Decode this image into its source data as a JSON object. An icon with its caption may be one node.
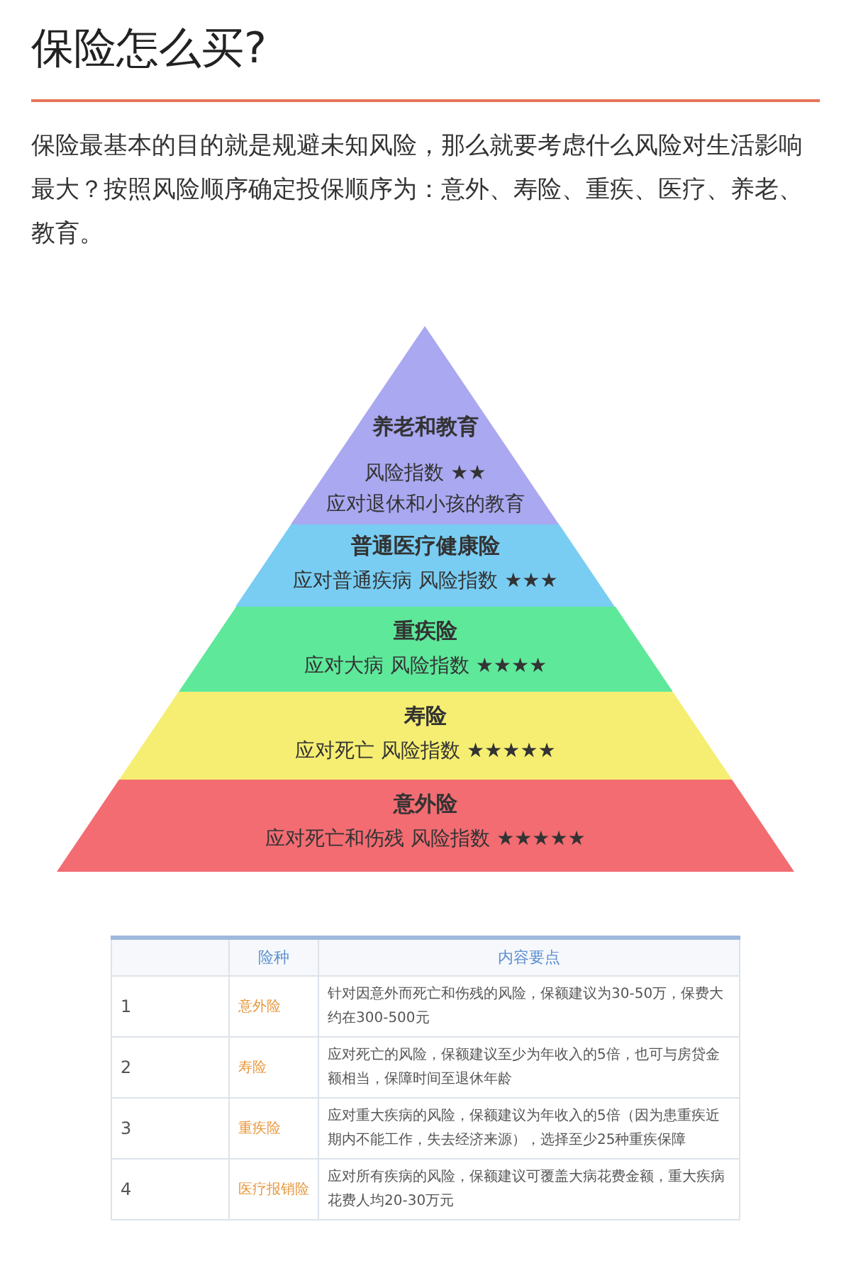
{
  "diagram": {
    "title": "保险怎么买?",
    "nodes": [
      {
        "text": [
          "养老和教育",
          "风险指数 ★★",
          "应对退休和小孩的教育"
        ]
      },
      {
        "text": [
          "普通医疗健康险",
          "应对普通疾病 风险指数 ★★★"
        ]
      },
      {
        "text": [
          "重疾险",
          "应对大病 风险指数 ★★★★"
        ]
      },
      {
        "text": [
          "寿险",
          "应对死亡 风险指数 ★★★★★"
        ]
      },
      {
        "text": [
          "意外险",
          "应对死亡和伤残 风险指数 ★★★★★"
        ]
      }
    ],
    "edges": [],
    "labels": [
      "保险最基本的目的就是规避未知风险，那么就要考虑什么风险对生活影响最大？按照风险顺序确定投保顺序为：意外、寿险、重疾、医疗、养老、教育。",
      "险种",
      "内容要点",
      "1",
      "意外险",
      "针对因意外而死亡和伤残的风险，保额建议为30-50万，保费大约在300-500元",
      "2",
      "寿险",
      "应对死亡的风险，保额建议至少为年收入的5倍，也可与房贷金额相当，保障时间至退休年龄",
      "3",
      "重疾险",
      "应对重大疾病的风险，保额建议为年收入的5倍（因为患重疾近期内不能工作，失去经济来源），选择至少25种重疾保障",
      "4",
      "医疗报销险",
      "应对所有疾病的风险，保额建议可覆盖大病花费金额，重大疾病花费人均20-30万元"
    ]
  }
}
